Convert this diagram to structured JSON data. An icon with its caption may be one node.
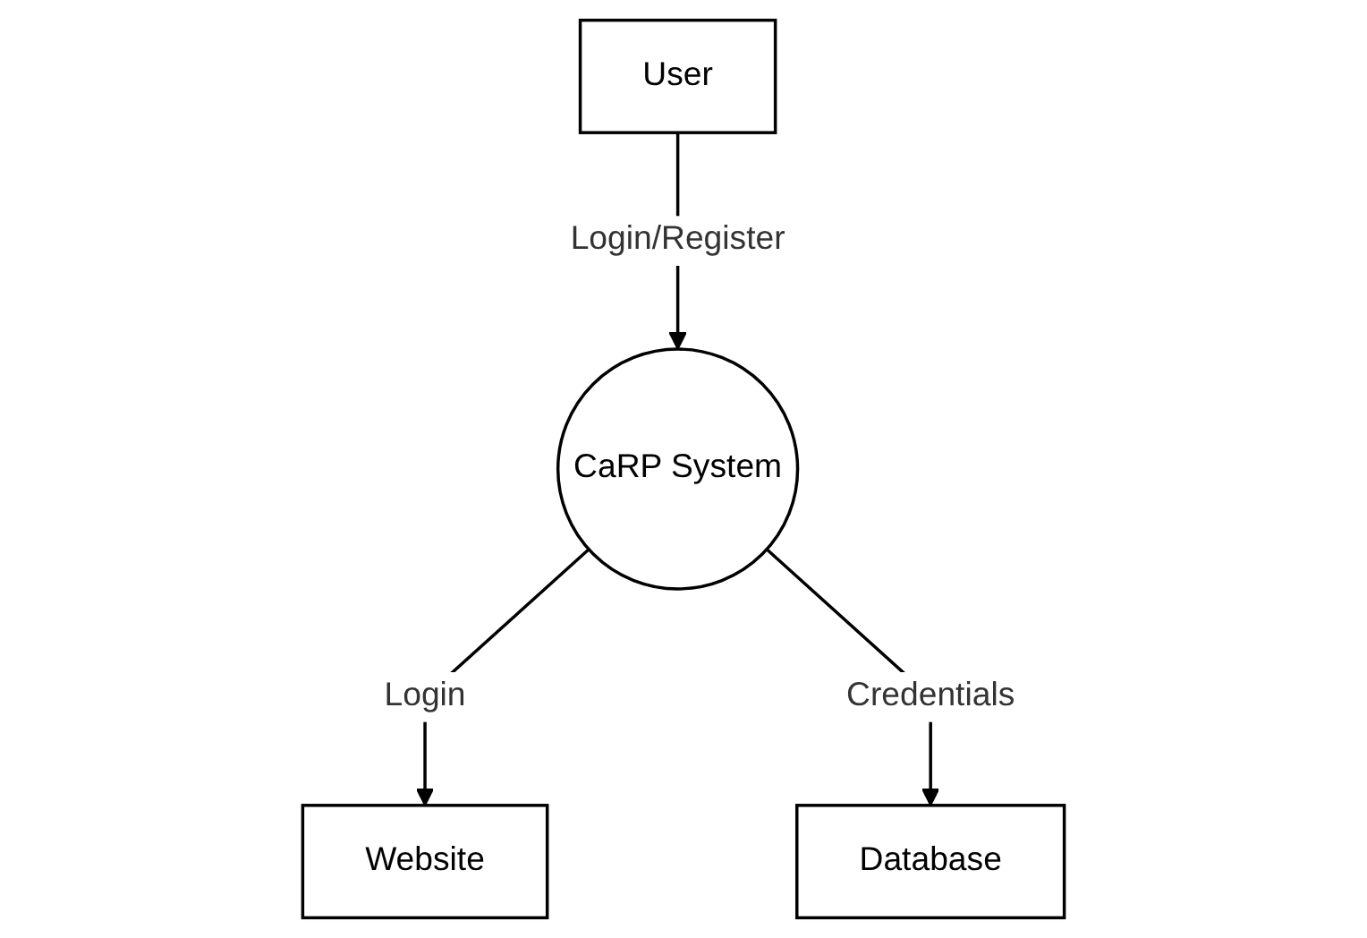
{
  "diagram": {
    "nodes": [
      {
        "text": [
          "User"
        ]
      },
      {
        "text": [
          "CaRP System"
        ]
      },
      {
        "text": [
          "Website"
        ]
      },
      {
        "text": [
          "Database"
        ]
      }
    ],
    "edges": [
      {
        "from": 0,
        "to": 1,
        "arrow": "to",
        "label": "Login/Register"
      },
      {
        "from": 1,
        "to": 2,
        "arrow": "to",
        "label": "Login"
      },
      {
        "from": 1,
        "to": 3,
        "arrow": "to",
        "label": "Credentials"
      }
    ]
  }
}
